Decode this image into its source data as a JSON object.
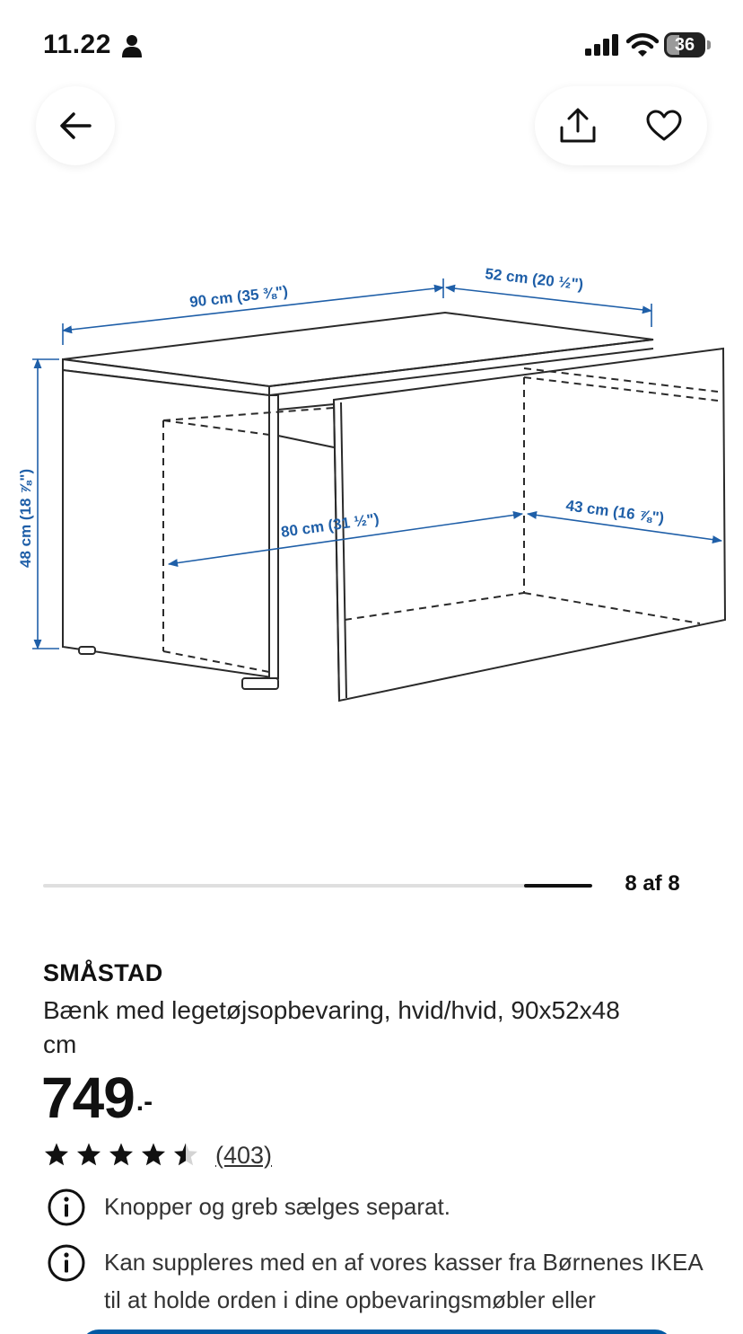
{
  "status_bar": {
    "time": "11.22",
    "battery_level": "36",
    "battery_fraction": 0.36
  },
  "nav": {
    "back_icon": "arrow-left-icon",
    "share_icon": "share-icon",
    "favorite_icon": "heart-icon"
  },
  "image": {
    "width_label": "90 cm (35 ⅜\")",
    "depth_label": "52 cm (20 ½\")",
    "height_label": "48 cm (18 ⅞\")",
    "inner_width_label": "80 cm (31 ½\")",
    "inner_depth_label": "43 cm (16 ⅞\")"
  },
  "carousel": {
    "counter": "8 af 8",
    "current": 8,
    "total": 8
  },
  "product": {
    "name": "SMÅSTAD",
    "description": "Bænk med legetøjsopbevaring, hvid/hvid, 90x52x48 cm",
    "price": "749",
    "price_suffix": ".-",
    "rating": 4.5,
    "rating_max": 5,
    "review_count": "(403)"
  },
  "info": [
    {
      "icon": "info-icon",
      "text": "Knopper og greb sælges separat."
    },
    {
      "icon": "info-icon",
      "text": "Kan suppleres med en af vores kasser fra Børnenes IKEA til at holde orden i dine opbevaringsmøbler eller"
    }
  ],
  "colors": {
    "dimension_blue": "#1f5fa8",
    "cta_blue": "#0058a3",
    "text": "#111111"
  }
}
